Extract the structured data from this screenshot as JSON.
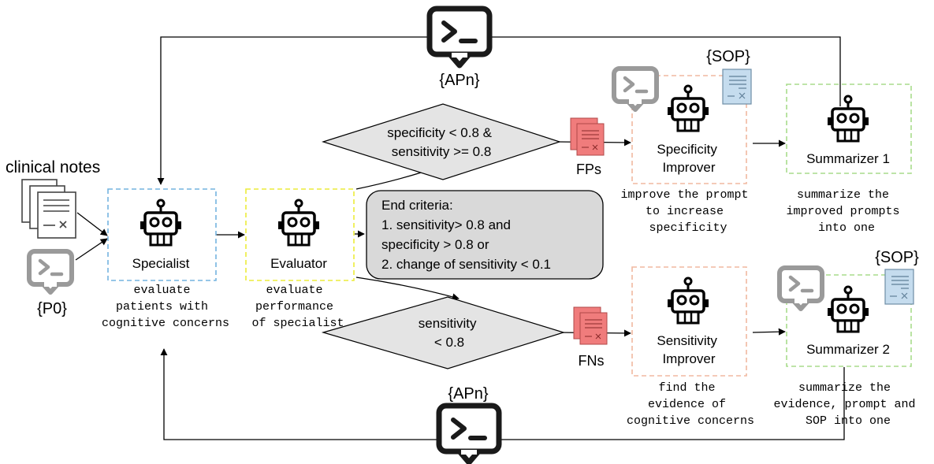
{
  "inputs": {
    "clinical_notes": "clinical notes",
    "p0": "{P0}"
  },
  "feedback": {
    "top_label": "{APn}",
    "bottom_label": "{APn}"
  },
  "specialist": {
    "name": "Specialist",
    "desc": [
      "evaluate",
      "patients with",
      "cognitive concerns"
    ]
  },
  "evaluator": {
    "name": "Evaluator",
    "desc": [
      "evaluate",
      "performance",
      "of specialist"
    ]
  },
  "end_criteria": {
    "lines": [
      "End criteria:",
      "1. sensitivity> 0.8 and",
      "specificity > 0.8 or",
      "2. change of sensitivity < 0.1"
    ]
  },
  "condition_top": {
    "lines": [
      "specificity < 0.8 &",
      "sensitivity >= 0.8"
    ]
  },
  "condition_bottom": {
    "lines": [
      "sensitivity",
      "< 0.8"
    ]
  },
  "docs": {
    "fps": "FPs",
    "fns": "FNs"
  },
  "specificity_improver": {
    "name": [
      "Specificity",
      "Improver"
    ],
    "desc": [
      "improve the prompt",
      "to increase",
      "specificity"
    ],
    "sop_label": "{SOP}"
  },
  "sensitivity_improver": {
    "name": [
      "Sensitivity",
      "Improver"
    ],
    "desc": [
      "find the",
      "evidence of",
      "cognitive concerns"
    ]
  },
  "summarizer1": {
    "name": "Summarizer 1",
    "desc": [
      "summarize the",
      "improved prompts",
      "into one"
    ]
  },
  "summarizer2": {
    "name": "Summarizer 2",
    "desc": [
      "summarize the",
      "evidence, prompt and",
      "SOP into one"
    ],
    "sop_label": "{SOP}"
  },
  "colors": {
    "blue_dash": "#74b4df",
    "yellow_dash": "#ecec3a",
    "orange_dash": "#f0b8a0",
    "green_dash": "#a8dc8c",
    "diamond_fill": "#e4e4e4",
    "rounded_fill": "#d9d9d9",
    "doc_red": "#f07c7c",
    "sop_blue": "#c5dcee"
  }
}
